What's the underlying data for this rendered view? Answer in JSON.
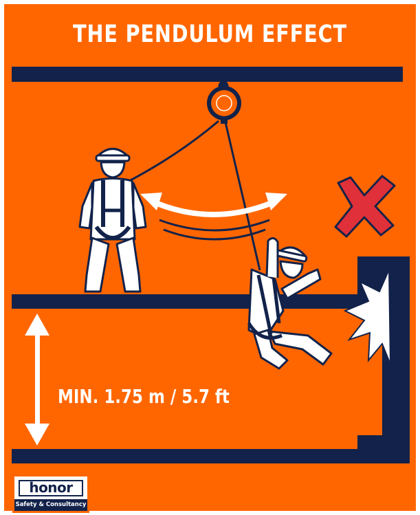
{
  "title": "THE PENDULUM EFFECT",
  "min_height_label": "MIN. 1.75 m / 5.7 ft",
  "logo": {
    "word": "honor",
    "tagline": "Safety & Consultancy"
  },
  "icons": [
    "anchor-device-icon",
    "standing-worker-icon",
    "falling-worker-icon",
    "swing-arrow-icon",
    "red-x-icon",
    "impact-burst-icon",
    "height-arrow-icon"
  ],
  "colors": {
    "background": "#ff6600",
    "navy": "#12224a",
    "white": "#ffffff",
    "danger_red": "#e0303a"
  }
}
